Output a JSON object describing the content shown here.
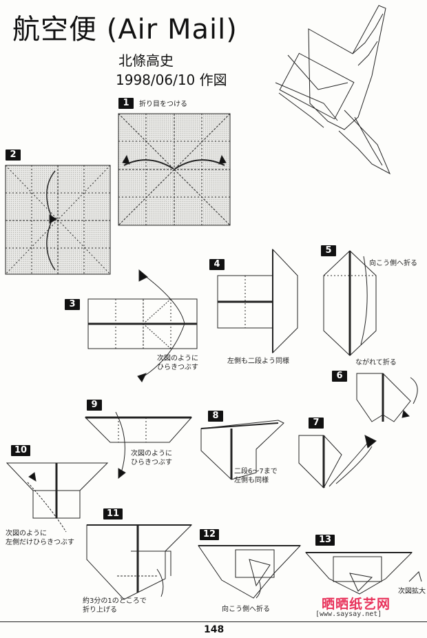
{
  "header": {
    "title": "航空便 (Air Mail)",
    "author": "北條高史",
    "date": "1998/06/10 作図"
  },
  "steps": [
    {
      "number": "1",
      "caption": "折り目をつける"
    },
    {
      "number": "2",
      "caption": ""
    },
    {
      "number": "3",
      "caption": "次図のように\nひらきつぶす"
    },
    {
      "number": "4",
      "caption": "左側も二段よう同様"
    },
    {
      "number": "5",
      "caption": "向こう側へ折る"
    },
    {
      "number": "6",
      "caption": "ながれて折る"
    },
    {
      "number": "7",
      "caption": ""
    },
    {
      "number": "8",
      "caption": "二段6〜7まで\n左側も同様"
    },
    {
      "number": "9",
      "caption": "次図のように\nひらきつぶす"
    },
    {
      "number": "10",
      "caption": "次図のように\n左側だけひらきつぶす"
    },
    {
      "number": "11",
      "caption": "約3分の1のところで\n折り上げる"
    },
    {
      "number": "12",
      "caption": "向こう側へ折る"
    },
    {
      "number": "13",
      "caption": "次図拡大"
    }
  ],
  "footer": {
    "page_number": "148",
    "watermark": "晒晒纸艺网",
    "watermark_url": "[www.saysay.net]"
  }
}
